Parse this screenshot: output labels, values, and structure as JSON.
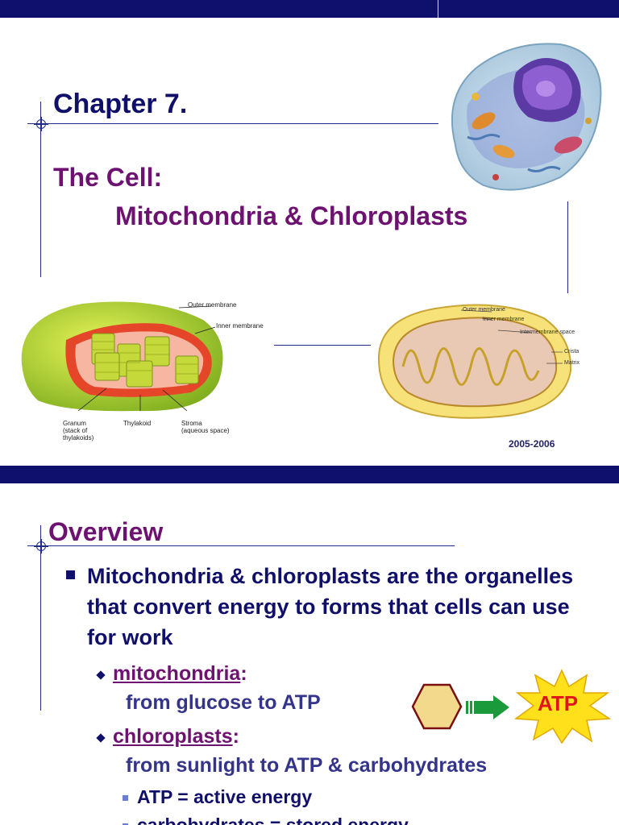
{
  "slide1": {
    "chapter": "Chapter  7.",
    "title_line1": "The Cell:",
    "title_line2": "Mitochondria & Chloroplasts",
    "year": "2005-2006",
    "chloroplast_labels": {
      "outer": "Outer membrane",
      "inner": "Inner membrane",
      "granum": "Granum\n(stack of\nthylakoids)",
      "thylakoid": "Thylakoid",
      "stroma": "Stroma\n(aqueous space)"
    },
    "mitochondrion_labels": {
      "outer": "Outer membrane",
      "inner": "Inner membrane",
      "intermembrane": "Intermembrane space",
      "crista": "Crista",
      "matrix": "Matrix"
    }
  },
  "slide2": {
    "heading": "Overview",
    "main_bullet": "Mitochondria & chloroplasts are the organelles that convert energy to forms that cells can use for work",
    "mito_term": "mitochondria",
    "mito_colon": ":",
    "mito_desc": "from glucose to ATP",
    "chloro_term": "chloroplasts",
    "chloro_colon": ":",
    "chloro_desc": "from sunlight to ATP & carbohydrates",
    "sub1": "ATP = active energy",
    "sub2": "carbohydrates = stored energy",
    "atp_label": "ATP"
  },
  "colors": {
    "navy": "#10106b",
    "purple": "#6e1271",
    "stripe": "#0f0f6e",
    "atp_red": "#e0151b",
    "burst_yellow": "#ffe01a",
    "arrow_green": "#1a9a3a",
    "hexagon": "#f3d98b"
  }
}
